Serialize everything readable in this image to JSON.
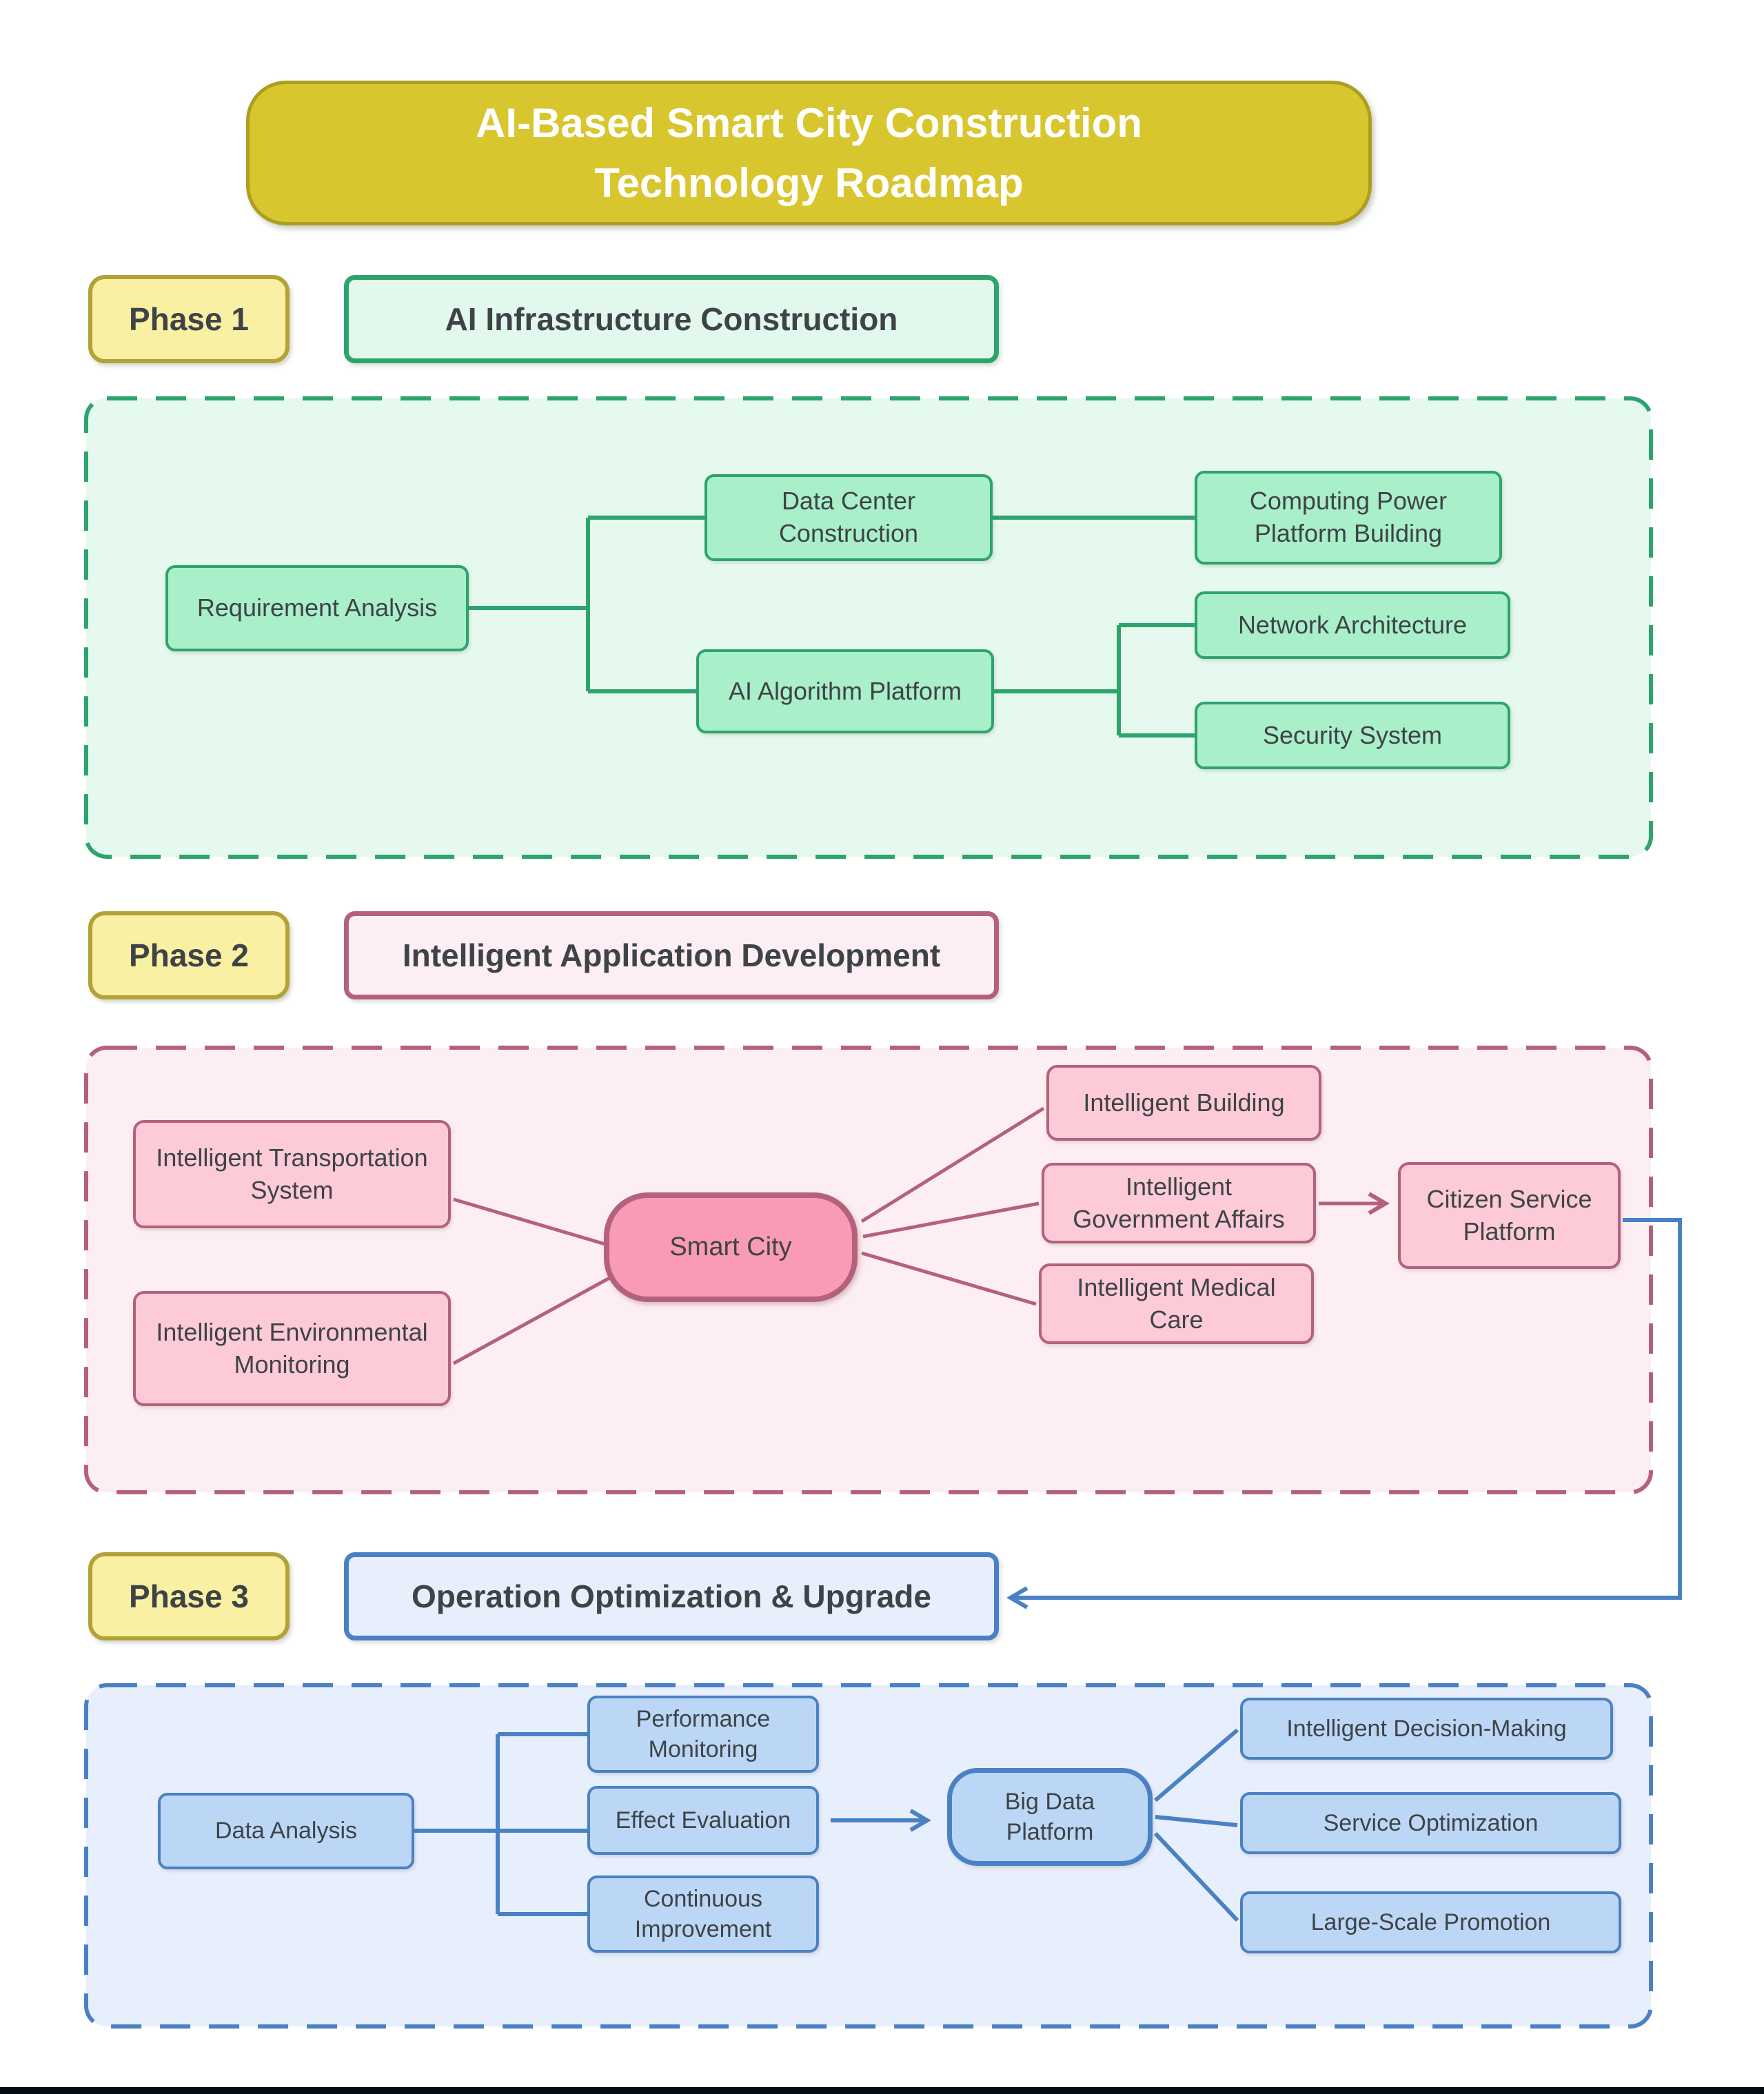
{
  "colors": {
    "gold_fill": "#d8c62f",
    "gold_border": "#ac9e1f",
    "label_fill": "#faf0a3",
    "label_border": "#b2a237",
    "green": "#2ca46c",
    "green_container": "#e6f9ef",
    "green_node": "#a9efc9",
    "green_title_fill": "#e3f8ec",
    "pink": "#b4617b",
    "pink_container": "#fdeef3",
    "pink_node": "#fccbd7",
    "pink_center_fill": "#f99bb4",
    "blue": "#4a81c4",
    "blue_container": "#e8effc",
    "blue_node": "#bcd7f6",
    "text_dark": "#3e4347",
    "title_text": "#ffffff",
    "footer_bar": "#070b14"
  },
  "banner": {
    "line1": "AI-Based Smart City Construction",
    "line2": "Technology Roadmap"
  },
  "phase1": {
    "label": "Phase 1",
    "title": "AI Infrastructure Construction",
    "nodes": {
      "requirement_analysis": "Requirement Analysis",
      "data_center_construction": "Data Center Construction",
      "ai_algorithm_platform": "AI Algorithm Platform",
      "computing_power_platform": "Computing Power Platform Building",
      "network_architecture": "Network Architecture",
      "security_system": "Security System"
    }
  },
  "phase2": {
    "label": "Phase 2",
    "title": "Intelligent Application Development",
    "nodes": {
      "intelligent_transportation": "Intelligent Transportation System",
      "intelligent_environmental": "Intelligent Environmental Monitoring",
      "smart_city": "Smart City",
      "intelligent_building": "Intelligent Building",
      "intelligent_government": "Intelligent Government Affairs",
      "intelligent_medical": "Intelligent Medical Care",
      "citizen_service_platform": "Citizen Service Platform"
    }
  },
  "phase3": {
    "label": "Phase 3",
    "title": "Operation Optimization & Upgrade",
    "nodes": {
      "data_analysis": "Data Analysis",
      "performance_monitoring": "Performance Monitoring",
      "effect_evaluation": "Effect Evaluation",
      "continuous_improvement": "Continuous Improvement",
      "big_data_platform": "Big Data Platform",
      "intelligent_decision_making": "Intelligent Decision-Making",
      "service_optimization": "Service Optimization",
      "large_scale_promotion": "Large-Scale Promotion"
    }
  }
}
